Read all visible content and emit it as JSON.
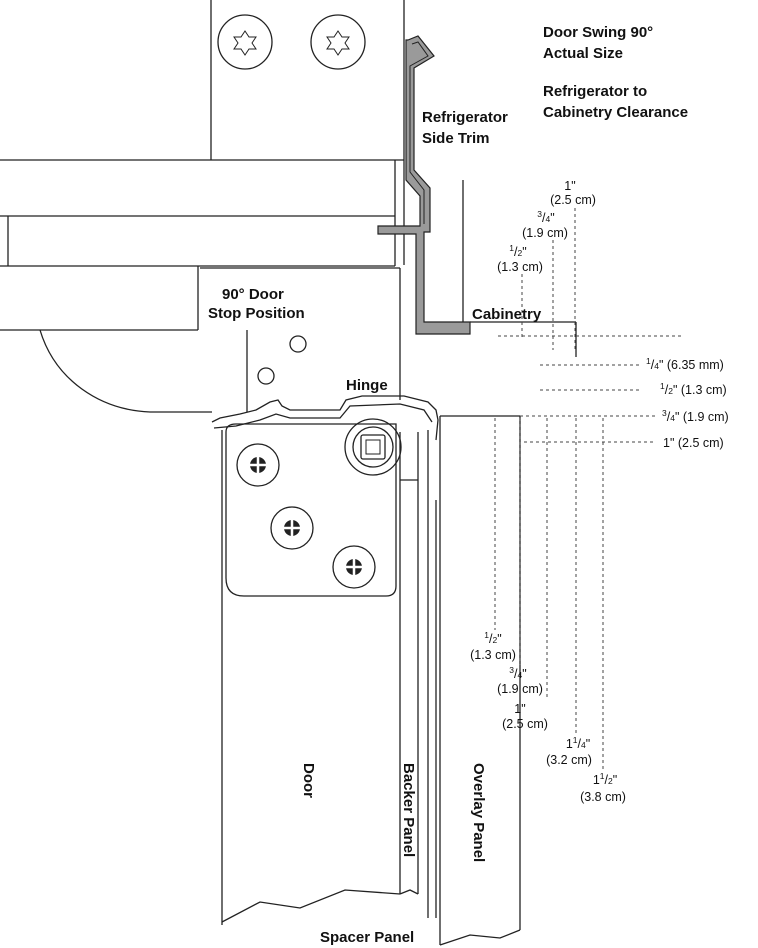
{
  "title": {
    "line1": "Door Swing 90°",
    "line2": "Actual Size",
    "line3": "Refrigerator to",
    "line4": "Cabinetry Clearance"
  },
  "labels": {
    "side_trim_1": "Refrigerator",
    "side_trim_2": "Side Trim",
    "cabinetry": "Cabinetry",
    "stop_1": "90° Door",
    "stop_2": "Stop Position",
    "hinge": "Hinge",
    "door": "Door",
    "backer_panel": "Backer Panel",
    "overlay_panel": "Overlay Panel",
    "spacer_panel": "Spacer Panel"
  },
  "top_dims": [
    {
      "whole": "1",
      "num": "",
      "den": "",
      "unit": "\"",
      "metric": "(2.5 cm)"
    },
    {
      "whole": "",
      "num": "3",
      "den": "4",
      "unit": "\"",
      "metric": "(1.9 cm)"
    },
    {
      "whole": "",
      "num": "1",
      "den": "2",
      "unit": "\"",
      "metric": "(1.3 cm)"
    }
  ],
  "right_dims": [
    {
      "whole": "",
      "num": "1",
      "den": "4",
      "unit": "\"",
      "metric": "(6.35 mm)"
    },
    {
      "whole": "",
      "num": "1",
      "den": "2",
      "unit": "\"",
      "metric": "(1.3 cm)"
    },
    {
      "whole": "",
      "num": "3",
      "den": "4",
      "unit": "\"",
      "metric": "(1.9 cm)"
    },
    {
      "whole": "1",
      "num": "",
      "den": "",
      "unit": "\"",
      "metric": "(2.5 cm)"
    }
  ],
  "bottom_dims": [
    {
      "whole": "",
      "num": "1",
      "den": "2",
      "unit": "\"",
      "metric": "(1.3 cm)"
    },
    {
      "whole": "",
      "num": "3",
      "den": "4",
      "unit": "\"",
      "metric": "(1.9 cm)"
    },
    {
      "whole": "1",
      "num": "",
      "den": "",
      "unit": "\"",
      "metric": "(2.5 cm)"
    },
    {
      "whole": "1",
      "num": "1",
      "den": "4",
      "unit": "\"",
      "metric": "(3.2 cm)"
    },
    {
      "whole": "1",
      "num": "1",
      "den": "2",
      "unit": "\"",
      "metric": "(3.8 cm)"
    }
  ],
  "icons": {
    "screw_top": "torx-screw-icon",
    "screw_door": "phillips-screw-icon",
    "hinge_pin": "hinge-pivot-icon"
  }
}
